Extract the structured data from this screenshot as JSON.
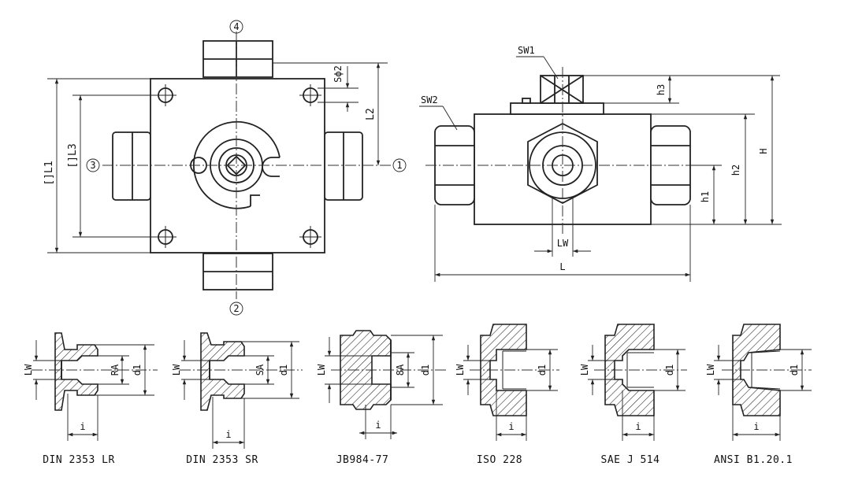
{
  "top_view": {
    "port_1": "1",
    "port_2": "2",
    "port_3": "3",
    "port_4": "4",
    "dim_L1": "[]L1",
    "dim_L3": "[]L3",
    "dim_L2": "L2",
    "dim_Sd2": "Sϕ2"
  },
  "side_view": {
    "sw1": "SW1",
    "sw2": "SW2",
    "dim_h3": "h3",
    "dim_h2": "h2",
    "dim_h1": "h1",
    "dim_H": "H",
    "dim_LW": "LW",
    "dim_L": "L"
  },
  "sections": [
    {
      "caption": "DIN 2353 LR",
      "lw": "LW",
      "bore": "RA",
      "d1": "d1",
      "i": "i"
    },
    {
      "caption": "DIN 2353 SR",
      "lw": "LW",
      "bore": "SA",
      "d1": "d1",
      "i": "i"
    },
    {
      "caption": "JB984-77",
      "lw": "LW",
      "bore": "8A",
      "d1": "d1",
      "i": "i"
    },
    {
      "caption": "ISO 228",
      "lw": "LW",
      "d1": "d1",
      "i": "i"
    },
    {
      "caption": "SAE J 514",
      "lw": "LW",
      "d1": "d1",
      "i": "i"
    },
    {
      "caption": "ANSI B1.20.1",
      "lw": "LW",
      "d1": "d1",
      "i": "i"
    }
  ]
}
